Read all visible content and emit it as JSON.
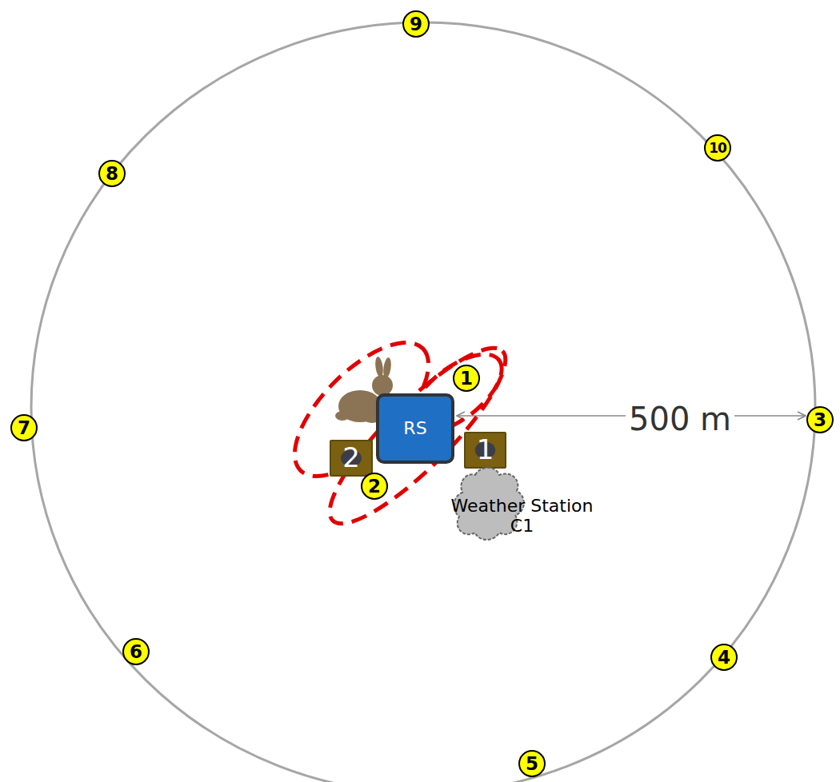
{
  "diagram": {
    "nodes": [
      {
        "text": [
          "RS"
        ]
      },
      {
        "text": [
          "1"
        ]
      },
      {
        "text": [
          "2"
        ]
      },
      {
        "text": [
          "Weather Station C1"
        ]
      }
    ],
    "labels": [
      "1",
      "2",
      "3",
      "4",
      "5",
      "6",
      "7",
      "8",
      "9",
      "10",
      "500 m"
    ]
  }
}
